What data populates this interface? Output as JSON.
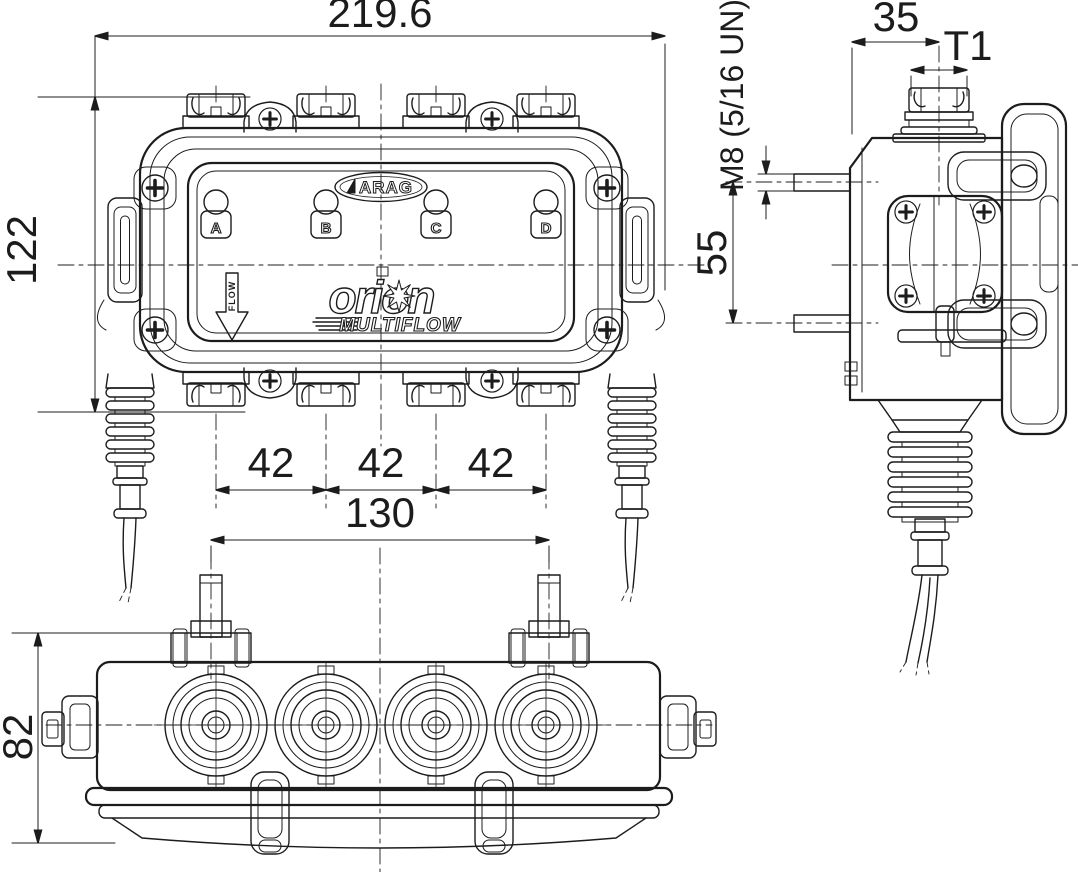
{
  "branding": {
    "manufacturer_logo": "ARAG",
    "product_logo": "orion",
    "product_sub_logo": "MULTIFLOW",
    "flow_label": "FLOW",
    "port_labels": [
      "A",
      "B",
      "C",
      "D"
    ]
  },
  "dimensions": {
    "front_width": "219.6",
    "front_height": "122",
    "port_spacing": [
      "42",
      "42",
      "42"
    ],
    "stud_spacing": "130",
    "bottom_height": "82",
    "side_depth": "35",
    "top_thread": "T1",
    "stud_thread": "M8 (5/16 UN)",
    "side_stud_spacing": "55"
  },
  "colors": {
    "line": "#1c1c1c",
    "background": "#ffffff"
  }
}
